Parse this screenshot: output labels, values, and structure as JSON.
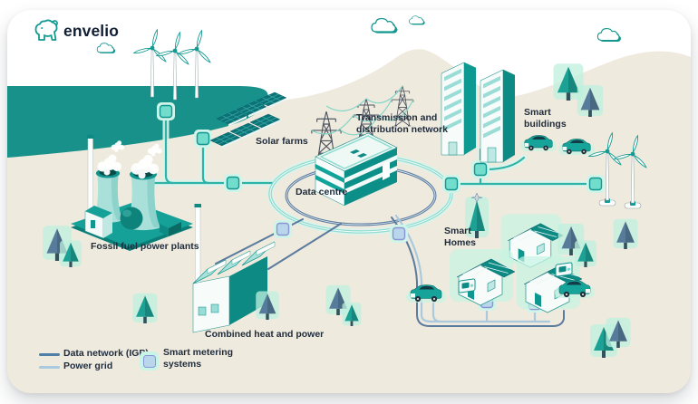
{
  "brand": {
    "logo_text": "envelio"
  },
  "labels": {
    "fossil": "Fossil fuel power plants",
    "solar": "Solar farms",
    "transmission": "Transmission and distribution network",
    "smart_buildings": "Smart buildings",
    "data_centre": "Data centre",
    "smart_homes": "Smart Homes",
    "chp": "Combined heat and power"
  },
  "legend": {
    "data_network": "Data network (IGP)",
    "power_grid": "Power grid",
    "smart_metering": "Smart metering systems"
  },
  "colors": {
    "accent_teal": "#12a39b",
    "dark_teal": "#0d8a84",
    "ocean": "#17918c",
    "background_beige": "#efeade",
    "data_network_line": "#5b7b9e",
    "power_grid_line": "#a9c9de",
    "mint_line": "#2fb3a7",
    "node_fill": "#72dccd",
    "glow_mint": "#c9f4e8",
    "text": "#1e2b3b"
  }
}
